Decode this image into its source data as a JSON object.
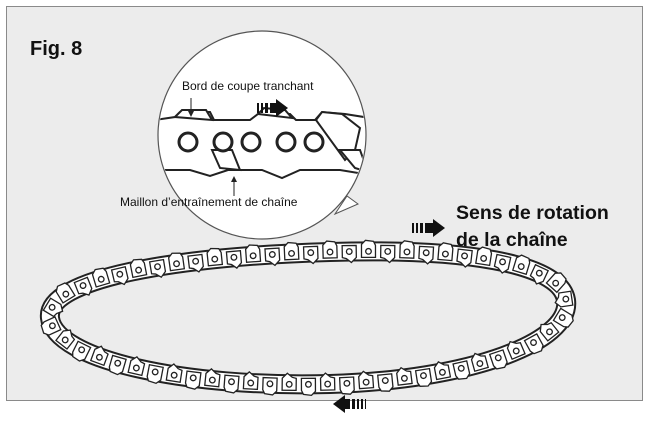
{
  "figure": {
    "label": "Fig. 8",
    "callouts": {
      "cutting_edge": "Bord de coupe tranchant",
      "drive_link": "Maillon d’entraînement de chaîne"
    },
    "direction": {
      "line1": "Sens de rotation",
      "line2": "de la chaîne"
    },
    "icons": [
      "direction-arrow-right-icon",
      "direction-arrow-left-icon"
    ],
    "colors": {
      "background": "#ececec",
      "ink": "#111111",
      "chain_fill": "#ffffff"
    }
  }
}
